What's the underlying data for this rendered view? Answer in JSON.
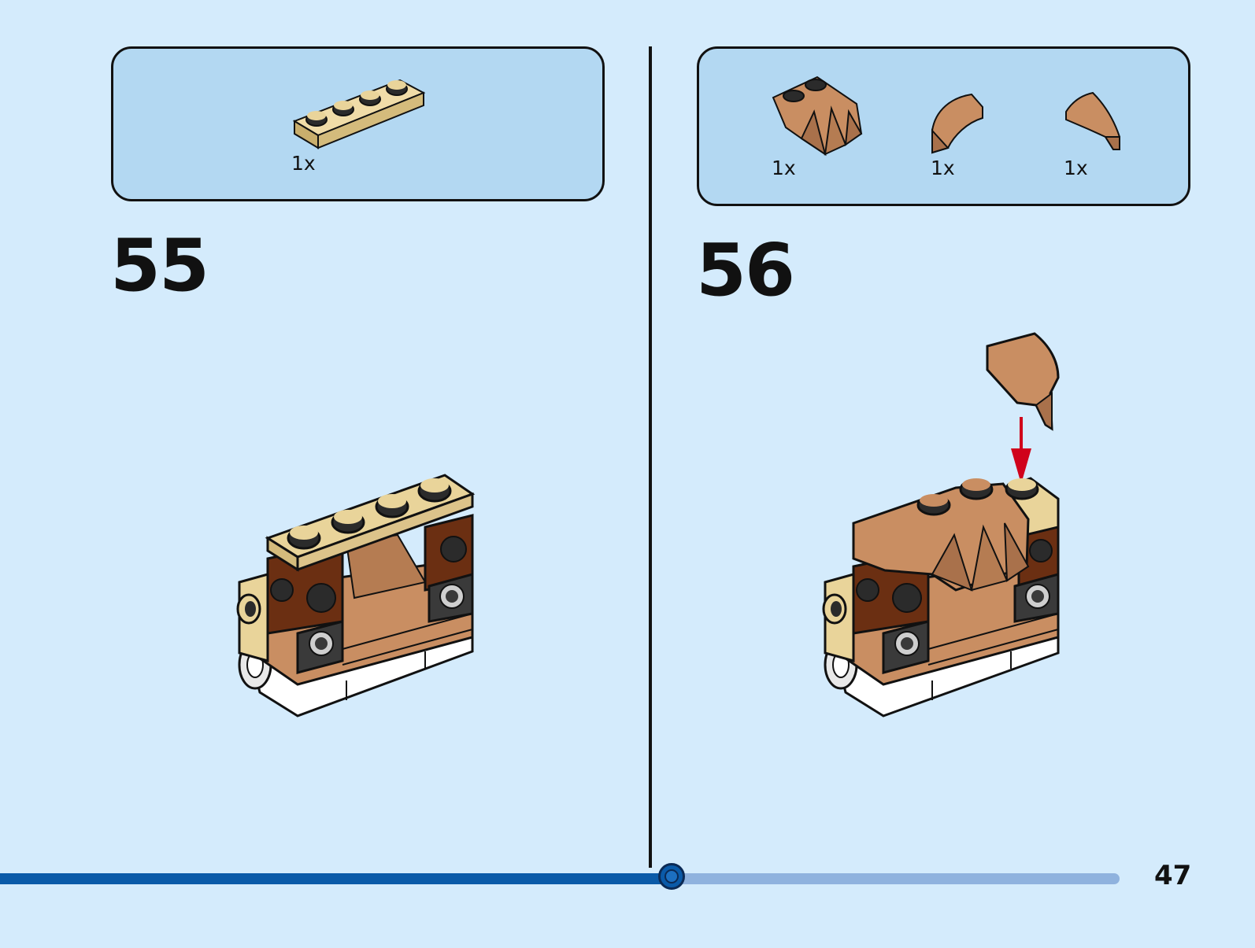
{
  "steps": [
    {
      "number": "55",
      "parts": [
        {
          "qty": "1x",
          "icon": "tan-plate-1x4-icon",
          "color": "#e9d49a"
        }
      ]
    },
    {
      "number": "56",
      "parts": [
        {
          "qty": "1x",
          "icon": "brown-wedge-slope-icon",
          "color": "#c98e62"
        },
        {
          "qty": "1x",
          "icon": "brown-curved-slope-left-icon",
          "color": "#c98e62"
        },
        {
          "qty": "1x",
          "icon": "brown-curved-slope-right-icon",
          "color": "#c98e62"
        }
      ]
    }
  ],
  "page_number": "47",
  "progress": 0.6,
  "colors": {
    "background": "#d4ebfc",
    "parts_box": "#b3d8f2",
    "progress_fill": "#0a5aa8",
    "progress_track": "#8fb2de",
    "arrow": "#d0021b",
    "tan": "#e9d49a",
    "medium_nougat": "#c98e62",
    "reddish_brown": "#6b2f12",
    "dark_gray": "#3a3a3a",
    "white": "#ffffff"
  }
}
